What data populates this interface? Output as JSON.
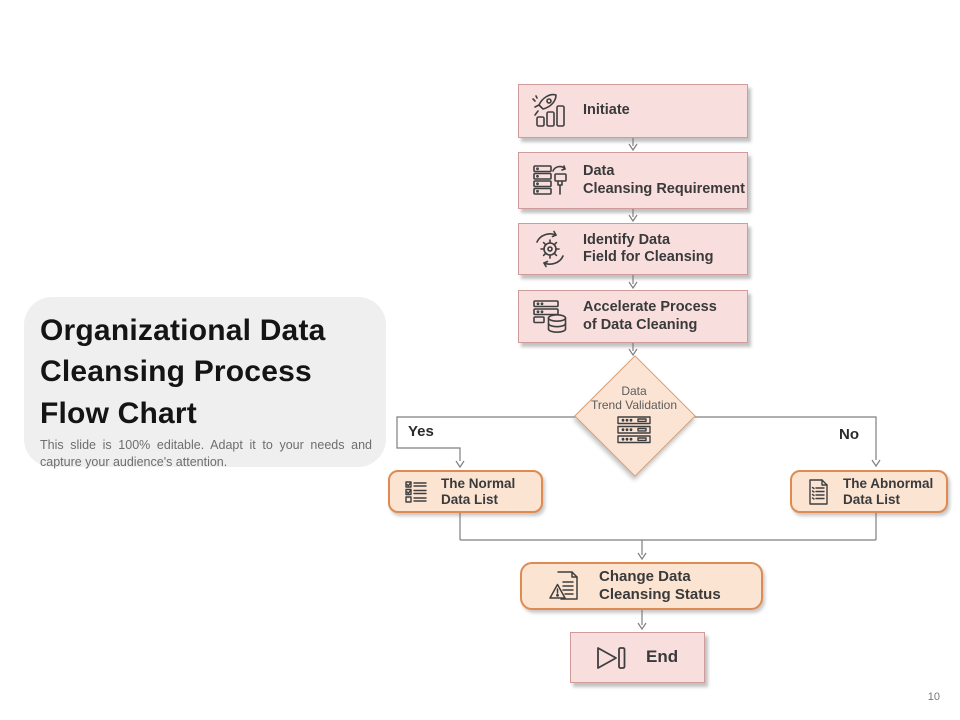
{
  "slide": {
    "page_number": "10"
  },
  "intro": {
    "title_lines": [
      "Organizational Data",
      "Cleansing Process",
      "Flow Chart"
    ],
    "subtitle": "This slide is 100% editable. Adapt it to your needs and capture your audience's attention."
  },
  "flow": {
    "initiate": {
      "label": "Initiate",
      "icon": "rocket-growth-icon"
    },
    "requirement": {
      "line1": "Data",
      "line2": "Cleansing Requirement",
      "icon": "server-clean-icon"
    },
    "identify": {
      "line1": "Identify Data",
      "line2": "Field for Cleansing",
      "icon": "gear-sync-icon"
    },
    "accelerate": {
      "line1": "Accelerate Process",
      "line2": "of Data Cleaning",
      "icon": "server-database-icon"
    },
    "decision": {
      "line1": "Data",
      "line2": "Trend Validation",
      "icon": "servers-icon"
    },
    "yes_label": "Yes",
    "no_label": "No",
    "normal": {
      "line1": "The Normal",
      "line2": "Data List",
      "icon": "checklist-icon"
    },
    "abnormal": {
      "line1": "The Abnormal",
      "line2": "Data List",
      "icon": "document-list-icon"
    },
    "change": {
      "line1": "Change Data",
      "line2": "Cleansing Status",
      "icon": "document-warning-icon"
    },
    "end": {
      "label": "End",
      "icon": "skip-end-icon"
    }
  },
  "theme": {
    "pink-fill": "#f9dede",
    "pink-border": "#cf9b9b",
    "peach-fill": "#fce4d3",
    "peach-border": "#de8b52",
    "diamond-fill": "#fbe4d4",
    "diamond-border": "#d9a077",
    "connector": "#7f7f7f",
    "label-color": "#3a3a3a",
    "title-color": "#141414",
    "subtitle-color": "#6e6e6e",
    "card-bg": "#efefef"
  }
}
